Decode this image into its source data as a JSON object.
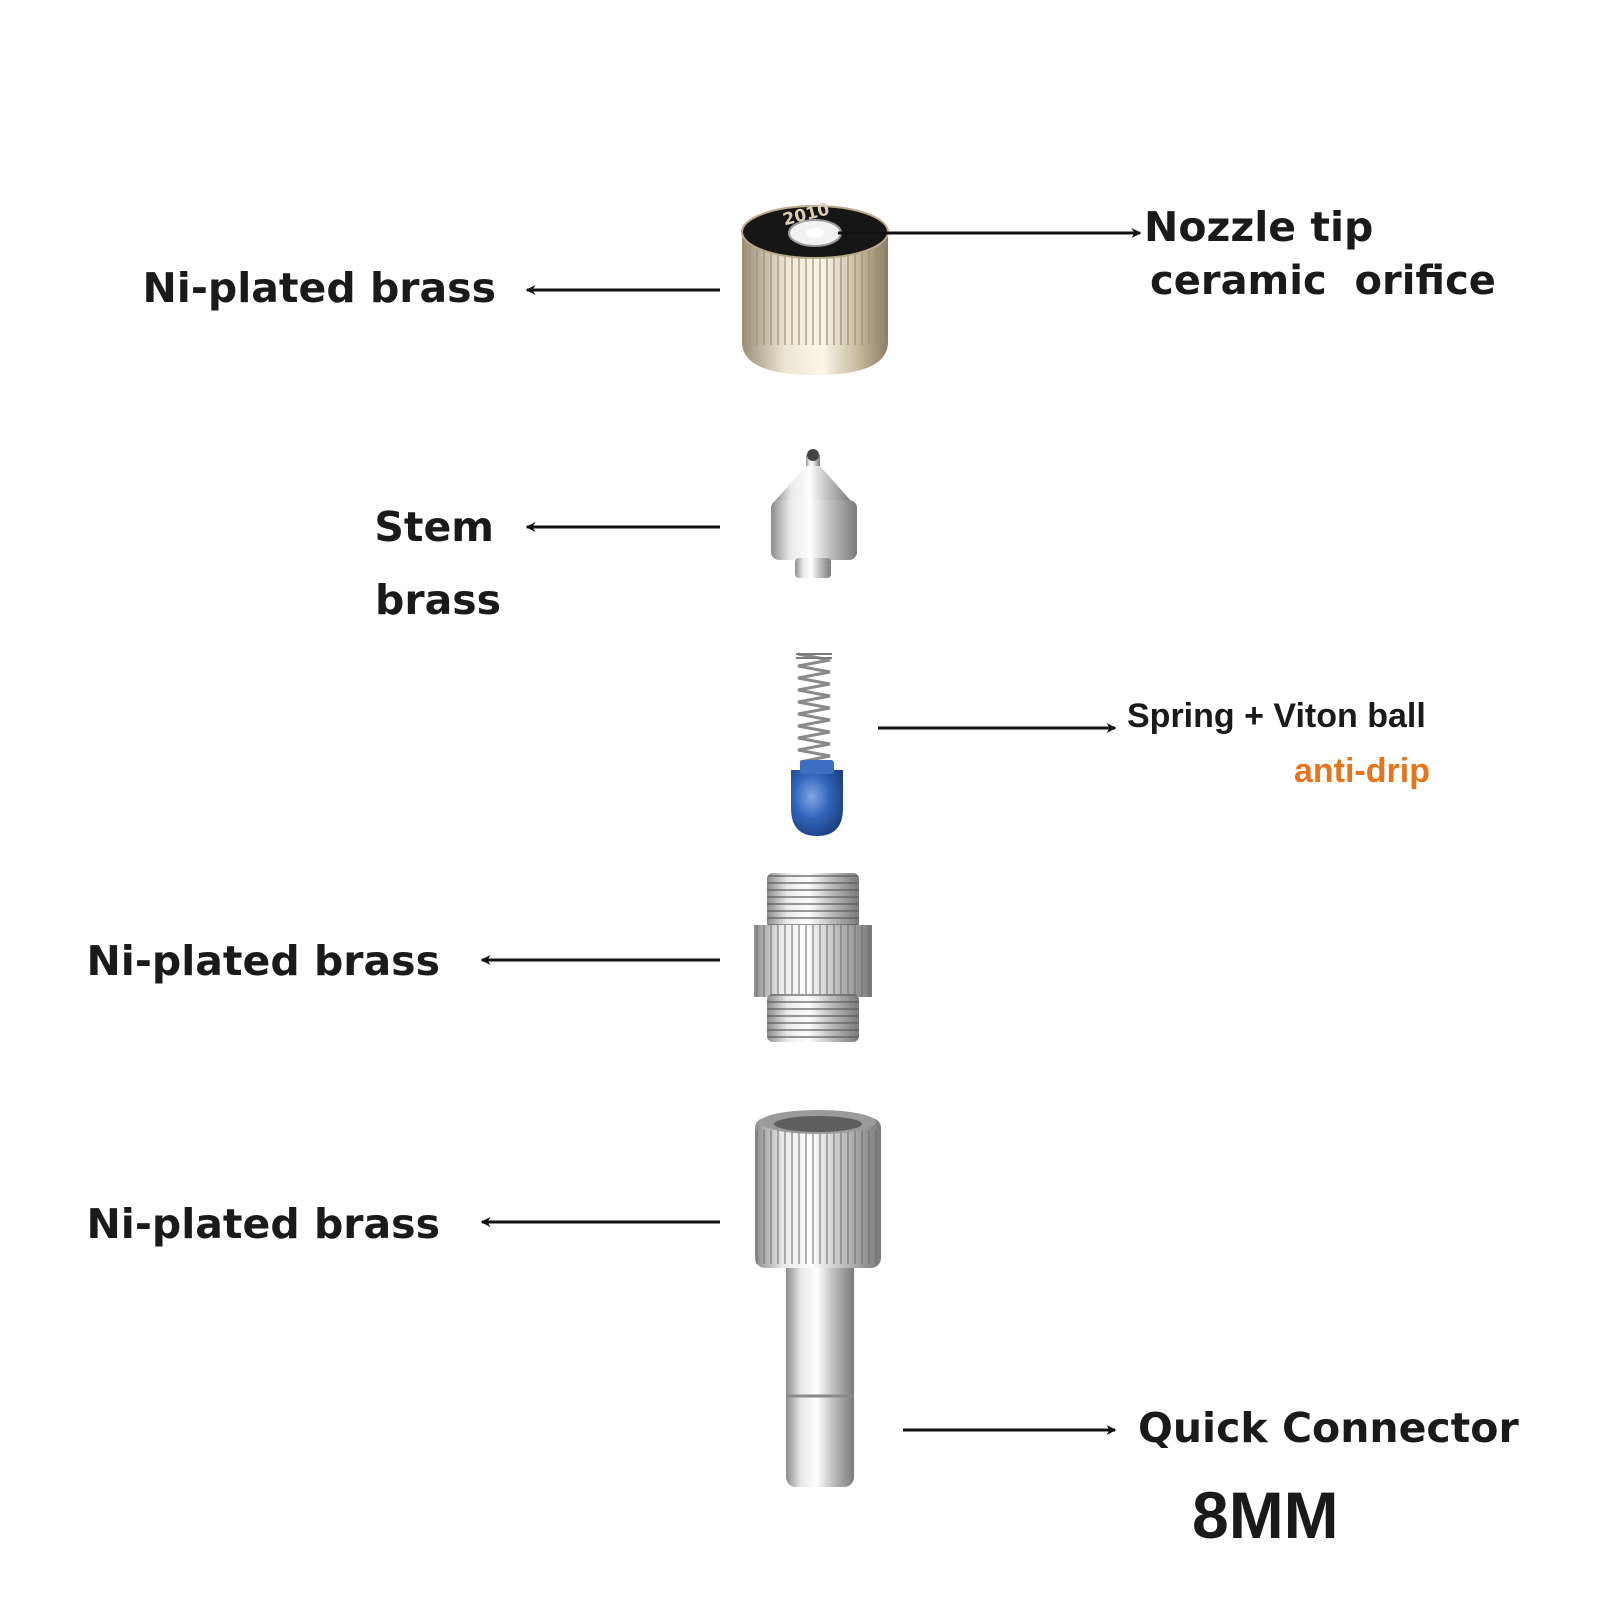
{
  "colors": {
    "text": "#1a1a1a",
    "accent": "#e8741c",
    "metal": "#c9c9c9",
    "ball": "#2f63b8"
  },
  "icons": [
    "nozzle-cap-icon",
    "stem-icon",
    "spring-ball-icon",
    "coupler-icon",
    "quick-connector-icon"
  ],
  "labels": {
    "cap_material": "Ni-plated brass",
    "cap_number": "2010",
    "nozzle_tip_line1": "Nozzle tip",
    "nozzle_tip_line2": "ceramic  orifice",
    "stem_line1": "Stem",
    "stem_line2": "brass",
    "spring_line1": "Spring + Viton ball",
    "spring_line2": "anti-drip",
    "coupler_material": "Ni-plated brass",
    "connector_material": "Ni-plated brass",
    "connector_line1": "Quick Connector",
    "connector_size": "8MM"
  }
}
